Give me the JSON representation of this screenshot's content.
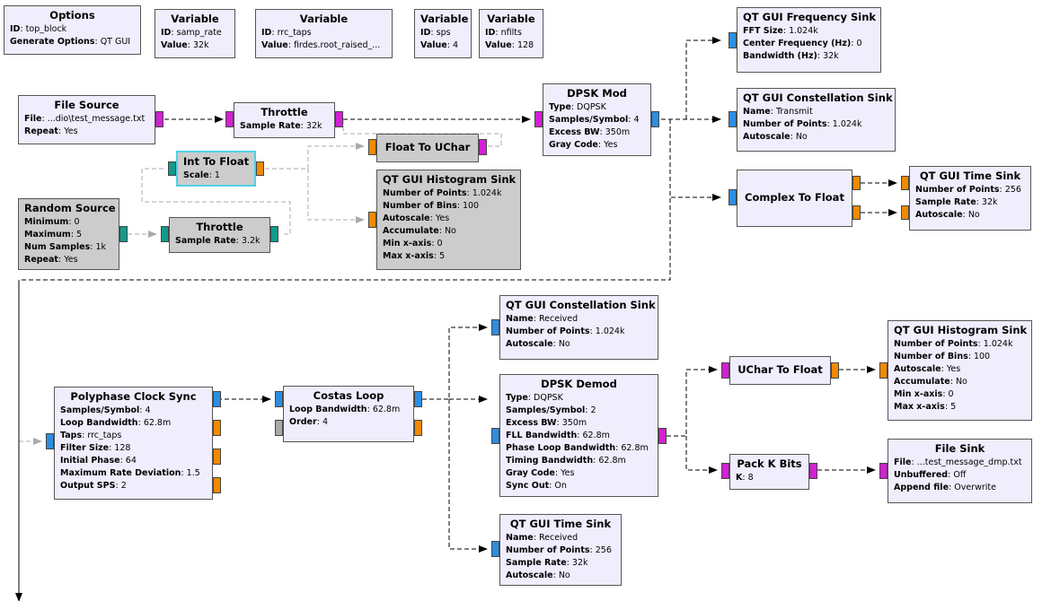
{
  "blocks": {
    "options": {
      "title": "Options",
      "props": [
        {
          "k": "ID",
          "v": "top_block"
        },
        {
          "k": "Generate Options",
          "v": "QT GUI"
        }
      ]
    },
    "var_samp_rate": {
      "title": "Variable",
      "props": [
        {
          "k": "ID",
          "v": "samp_rate"
        },
        {
          "k": "Value",
          "v": "32k"
        }
      ]
    },
    "var_rrc_taps": {
      "title": "Variable",
      "props": [
        {
          "k": "ID",
          "v": "rrc_taps"
        },
        {
          "k": "Value",
          "v": "firdes.root_raised_..."
        }
      ]
    },
    "var_sps": {
      "title": "Variable",
      "props": [
        {
          "k": "ID",
          "v": "sps"
        },
        {
          "k": "Value",
          "v": "4"
        }
      ]
    },
    "var_nfilts": {
      "title": "Variable",
      "props": [
        {
          "k": "ID",
          "v": "nfilts"
        },
        {
          "k": "Value",
          "v": "128"
        }
      ]
    },
    "file_source": {
      "title": "File Source",
      "props": [
        {
          "k": "File",
          "v": "...dio\\test_message.txt"
        },
        {
          "k": "Repeat",
          "v": "Yes"
        }
      ]
    },
    "throttle1": {
      "title": "Throttle",
      "props": [
        {
          "k": "Sample Rate",
          "v": "32k"
        }
      ]
    },
    "dpsk_mod": {
      "title": "DPSK Mod",
      "props": [
        {
          "k": "Type",
          "v": "DQPSK"
        },
        {
          "k": "Samples/Symbol",
          "v": "4"
        },
        {
          "k": "Excess BW",
          "v": "350m"
        },
        {
          "k": "Gray Code",
          "v": "Yes"
        }
      ]
    },
    "freq_sink": {
      "title": "QT GUI Frequency Sink",
      "props": [
        {
          "k": "FFT Size",
          "v": "1.024k"
        },
        {
          "k": "Center Frequency (Hz)",
          "v": "0"
        },
        {
          "k": "Bandwidth (Hz)",
          "v": "32k"
        }
      ]
    },
    "const_sink_tx": {
      "title": "QT GUI Constellation Sink",
      "props": [
        {
          "k": "Name",
          "v": "Transmit"
        },
        {
          "k": "Number of Points",
          "v": "1.024k"
        },
        {
          "k": "Autoscale",
          "v": "No"
        }
      ]
    },
    "complex_to_float": {
      "title": "Complex To Float",
      "props": []
    },
    "time_sink_tx": {
      "title": "QT GUI Time Sink",
      "props": [
        {
          "k": "Number of Points",
          "v": "256"
        },
        {
          "k": "Sample Rate",
          "v": "32k"
        },
        {
          "k": "Autoscale",
          "v": "No"
        }
      ]
    },
    "float_to_uchar": {
      "title": "Float To UChar",
      "props": []
    },
    "int_to_float": {
      "title": "Int To Float",
      "props": [
        {
          "k": "Scale",
          "v": "1"
        }
      ]
    },
    "hist_sink_tx": {
      "title": "QT GUI Histogram Sink",
      "props": [
        {
          "k": "Number of Points",
          "v": "1.024k"
        },
        {
          "k": "Number of Bins",
          "v": "100"
        },
        {
          "k": "Autoscale",
          "v": "Yes"
        },
        {
          "k": "Accumulate",
          "v": "No"
        },
        {
          "k": "Min x-axis",
          "v": "0"
        },
        {
          "k": "Max x-axis",
          "v": "5"
        }
      ]
    },
    "random_source": {
      "title": "Random Source",
      "props": [
        {
          "k": "Minimum",
          "v": "0"
        },
        {
          "k": "Maximum",
          "v": "5"
        },
        {
          "k": "Num Samples",
          "v": "1k"
        },
        {
          "k": "Repeat",
          "v": "Yes"
        }
      ]
    },
    "throttle2": {
      "title": "Throttle",
      "props": [
        {
          "k": "Sample Rate",
          "v": "3.2k"
        }
      ]
    },
    "poly_clock_sync": {
      "title": "Polyphase Clock Sync",
      "props": [
        {
          "k": "Samples/Symbol",
          "v": "4"
        },
        {
          "k": "Loop Bandwidth",
          "v": "62.8m"
        },
        {
          "k": "Taps",
          "v": "rrc_taps"
        },
        {
          "k": "Filter Size",
          "v": "128"
        },
        {
          "k": "Initial Phase",
          "v": "64"
        },
        {
          "k": "Maximum Rate Deviation",
          "v": "1.5"
        },
        {
          "k": "Output SPS",
          "v": "2"
        }
      ]
    },
    "costas_loop": {
      "title": "Costas Loop",
      "props": [
        {
          "k": "Loop Bandwidth",
          "v": "62.8m"
        },
        {
          "k": "Order",
          "v": "4"
        }
      ]
    },
    "const_sink_rx": {
      "title": "QT GUI Constellation Sink",
      "props": [
        {
          "k": "Name",
          "v": "Received"
        },
        {
          "k": "Number of Points",
          "v": "1.024k"
        },
        {
          "k": "Autoscale",
          "v": "No"
        }
      ]
    },
    "dpsk_demod": {
      "title": "DPSK Demod",
      "props": [
        {
          "k": "Type",
          "v": "DQPSK"
        },
        {
          "k": "Samples/Symbol",
          "v": "2"
        },
        {
          "k": "Excess BW",
          "v": "350m"
        },
        {
          "k": "FLL Bandwidth",
          "v": "62.8m"
        },
        {
          "k": "Phase Loop Bandwidth",
          "v": "62.8m"
        },
        {
          "k": "Timing Bandwidth",
          "v": "62.8m"
        },
        {
          "k": "Gray Code",
          "v": "Yes"
        },
        {
          "k": "Sync Out",
          "v": "On"
        }
      ]
    },
    "time_sink_rx": {
      "title": "QT GUI Time Sink",
      "props": [
        {
          "k": "Name",
          "v": "Received"
        },
        {
          "k": "Number of Points",
          "v": "256"
        },
        {
          "k": "Sample Rate",
          "v": "32k"
        },
        {
          "k": "Autoscale",
          "v": "No"
        }
      ]
    },
    "uchar_to_float": {
      "title": "UChar To Float",
      "props": []
    },
    "hist_sink_rx": {
      "title": "QT GUI Histogram Sink",
      "props": [
        {
          "k": "Number of Points",
          "v": "1.024k"
        },
        {
          "k": "Number of Bins",
          "v": "100"
        },
        {
          "k": "Autoscale",
          "v": "Yes"
        },
        {
          "k": "Accumulate",
          "v": "No"
        },
        {
          "k": "Min x-axis",
          "v": "0"
        },
        {
          "k": "Max x-axis",
          "v": "5"
        }
      ]
    },
    "pack_k_bits": {
      "title": "Pack K Bits",
      "props": [
        {
          "k": "K",
          "v": "8"
        }
      ]
    },
    "file_sink": {
      "title": "File Sink",
      "props": [
        {
          "k": "File",
          "v": "...test_message_dmp.txt"
        },
        {
          "k": "Unbuffered",
          "v": "Off"
        },
        {
          "k": "Append file",
          "v": "Overwrite"
        }
      ]
    }
  },
  "colors": {
    "block_bg": "#f0edfc",
    "disabled_bg": "#cccccc",
    "byte_port": "#d320d3",
    "complex_port": "#2d8ee0",
    "float_port": "#f08a00",
    "int_port": "#139a8c",
    "selected_border": "#4fd1e6"
  }
}
